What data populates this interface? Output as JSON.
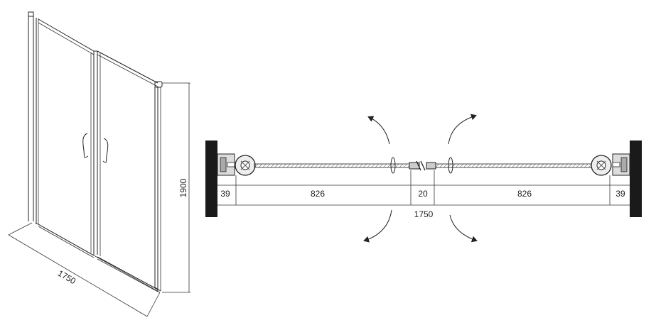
{
  "isometric_view": {
    "width_label": "1750",
    "height_label": "1900"
  },
  "plan_view": {
    "dims": {
      "left_profile": "39",
      "left_door": "826",
      "center_gap": "20",
      "right_door": "826",
      "right_profile": "39",
      "total_width": "1750"
    }
  }
}
